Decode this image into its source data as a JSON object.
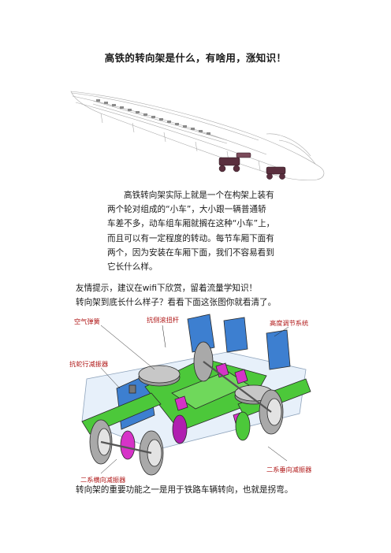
{
  "title": "高铁的转向架是什么，有啥用，涨知识！",
  "figure1": {
    "icon": "train-bogie-wireframe-icon"
  },
  "intro_lines": [
    "高铁转向架实际上就是一个在构架上装有",
    "两个轮对组成的“小车”，大小跟一辆普通轿",
    "车差不多，动车组车厢就搁在这种“小车”上，",
    "而且可以有一定程度的转动。每节车厢下面有",
    "两个，因为安装在车厢下面，我们不容易看到",
    "它长什么样。"
  ],
  "tip": "友情提示，建议在wifi下欣赏，留着流量学知识！",
  "question": "转向架到底长什么样子？看看下面这张图你就看清了。",
  "figure2": {
    "icon": "bogie-cutaway-icon",
    "labels": {
      "air_spring": "空气弹簧",
      "anti_roll_bar": "抗侧滚扭杆",
      "height_adjust": "高度调节系统",
      "anti_yaw_damper": "抗蛇行减振器",
      "lateral_damper": "二系横向减振器",
      "vertical_damper": "二系垂向减振器"
    }
  },
  "closing": "转向架的重要功能之一是用于铁路车辆转向，也就是拐弯。"
}
